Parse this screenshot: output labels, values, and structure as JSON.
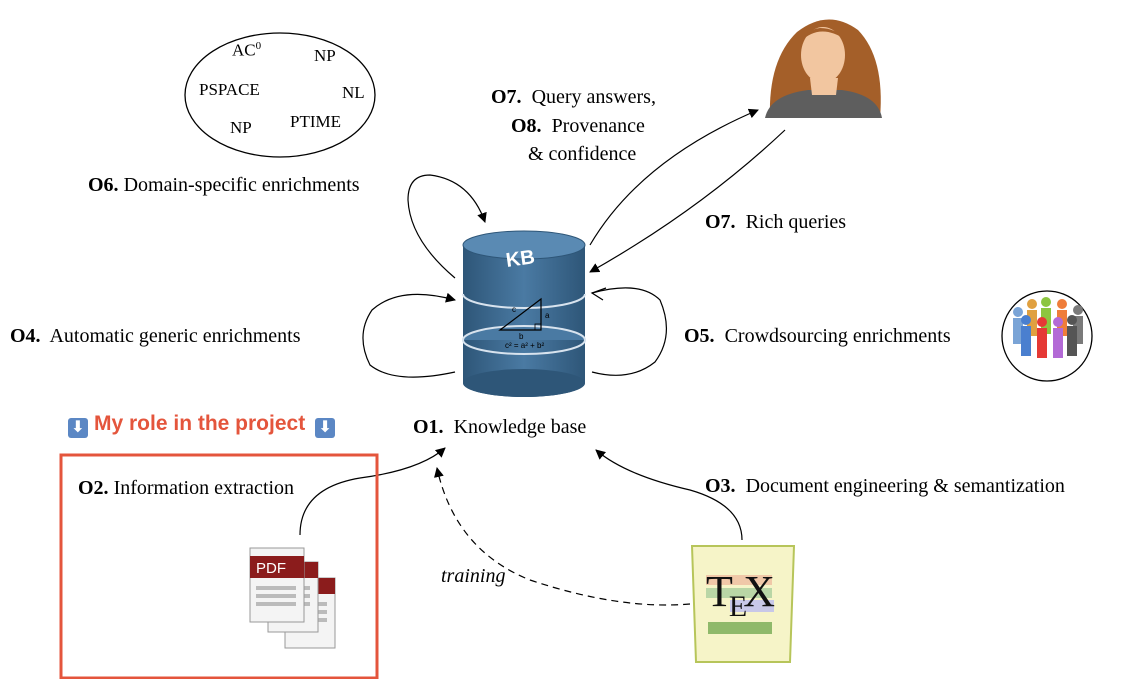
{
  "complexity_classes": [
    "AC",
    "0",
    "NP",
    "PSPACE",
    "NL",
    "NP",
    "PTIME"
  ],
  "objectives": {
    "o1": {
      "id": "O1.",
      "text": "Knowledge base"
    },
    "o2": {
      "id": "O2.",
      "text": "Information extraction"
    },
    "o3": {
      "id": "O3.",
      "text": "Document engineering & semantization"
    },
    "o4": {
      "id": "O4.",
      "text": "Automatic generic enrichments"
    },
    "o5": {
      "id": "O5.",
      "text": "Crowdsourcing enrichments"
    },
    "o6": {
      "id": "O6.",
      "text": "Domain-specific enrichments"
    },
    "o7_answers": {
      "id": "O7.",
      "text": "Query answers,"
    },
    "o8": {
      "id": "O8.",
      "text": "Provenance"
    },
    "o8_cont": "& confidence",
    "o7_queries": {
      "id": "O7.",
      "text": "Rich queries"
    }
  },
  "kb_label": "KB",
  "kb_formula": "c² = a² + b²",
  "kb_sides": [
    "c",
    "a",
    "b"
  ],
  "training_label": "training",
  "role_label": "My role in the project",
  "pdf_label": "PDF",
  "tex_label": [
    "T",
    "E",
    "X"
  ],
  "colors": {
    "accent": "#e4553c",
    "db": "#3f6c94",
    "arrow_icon": "#5b87c4"
  }
}
